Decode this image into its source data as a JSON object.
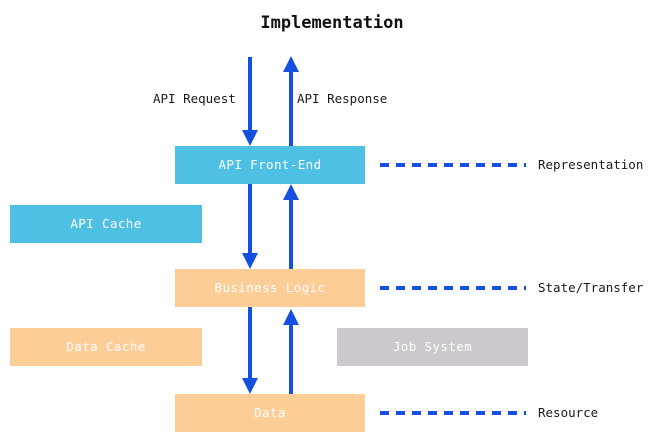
{
  "diagram": {
    "title": "Implementation",
    "colors": {
      "api_layer": "#4ec0e4",
      "logic_layer": "#fccd96",
      "aux_layer": "#ccc8cd",
      "arrow": "#1450e0",
      "node_text": "#ffffff",
      "background": "#ffffff"
    },
    "nodes": [
      {
        "id": "api-front-end",
        "label": "API Front-End",
        "color": "#4ec0e4"
      },
      {
        "id": "api-cache",
        "label": "API Cache",
        "color": "#4ec0e4"
      },
      {
        "id": "business-logic",
        "label": "Business Logic",
        "color": "#fccd96"
      },
      {
        "id": "data-cache",
        "label": "Data Cache",
        "color": "#fccd96"
      },
      {
        "id": "job-system",
        "label": "Job System",
        "color": "#ccc8cd"
      },
      {
        "id": "data",
        "label": "Data",
        "color": "#fccd96"
      }
    ],
    "edge_labels": {
      "request": "API Request",
      "response": "API Response"
    },
    "annotations": [
      {
        "id": "representation",
        "label": "Representation"
      },
      {
        "id": "state-transfer",
        "label": "State/Transfer"
      },
      {
        "id": "resource",
        "label": "Resource"
      }
    ]
  }
}
